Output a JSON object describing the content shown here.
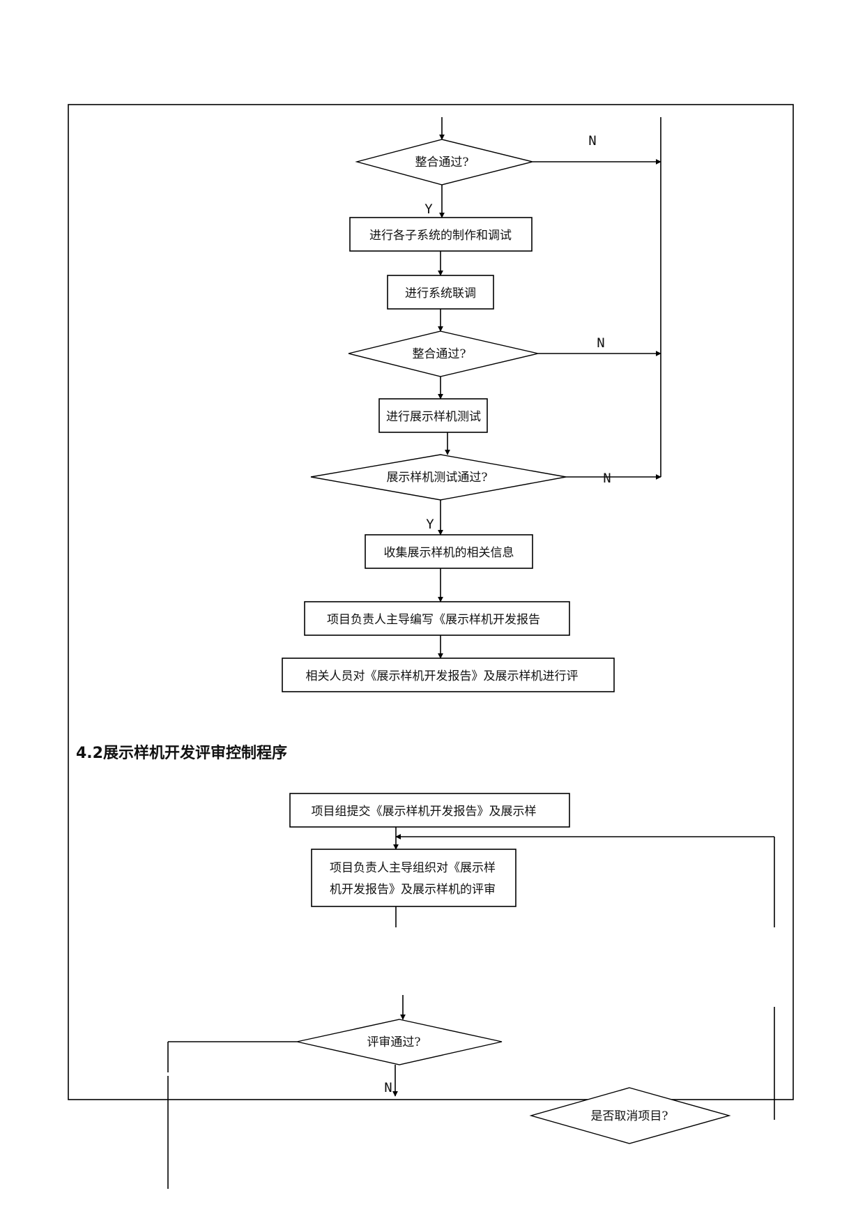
{
  "section_heading": "4.2展示样机开发评审控制程序",
  "flow1": {
    "decision_integrate_1": "整合通过?",
    "step_subsystems": "进行各子系统的制作和调试",
    "step_joint_debug": "进行系统联调",
    "decision_integrate_2": "整合通过?",
    "step_test": "进行展示样机测试",
    "decision_test_pass": "展示样机测试通过?",
    "step_collect": "收集展示样机的相关信息",
    "step_write_report": "项目负责人主导编写《展示样机开发报告",
    "step_review_report": "相关人员对《展示样机开发报告》及展示样机进行评"
  },
  "flow2": {
    "step_submit": "项目组提交《展示样机开发报告》及展示样",
    "step_organize_line1": "项目负责人主导组织对《展示样",
    "step_organize_line2": "机开发报告》及展示样机的评审",
    "decision_review_pass": "评审通过?",
    "decision_cancel": "是否取消项目?"
  },
  "labels": {
    "yes": "Y",
    "no": "N"
  }
}
